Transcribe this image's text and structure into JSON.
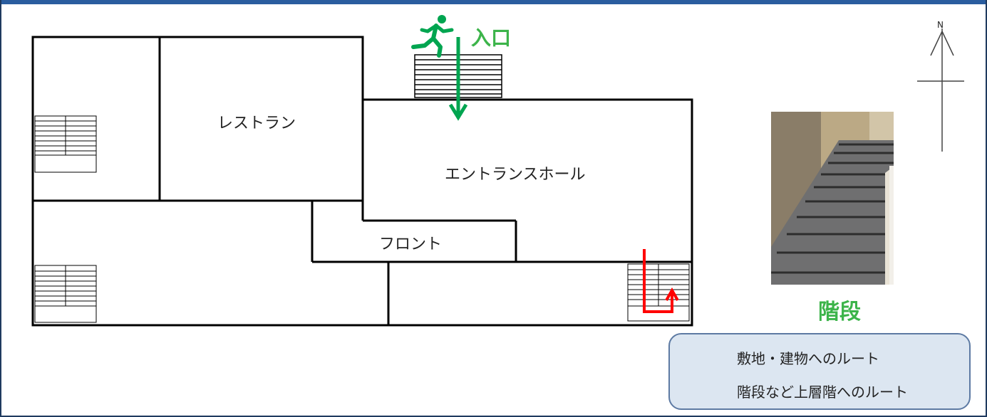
{
  "map": {
    "rooms": {
      "restaurant": "レストラン",
      "entrance_hall": "エントランスホール",
      "front": "フロント"
    },
    "entrance_label": "入口",
    "north_label": "N",
    "stairs_caption": "階段"
  },
  "legend": {
    "items": [
      {
        "label": "敷地・建物へのルート",
        "color": "#00a550"
      },
      {
        "label": "階段など上層階へのルート",
        "color": "#ff0000"
      }
    ]
  },
  "colors": {
    "route_green": "#00a550",
    "route_red": "#ff0000",
    "label_green": "#3cb44a",
    "frame_blue": "#2a5d9f",
    "legend_bg": "#dce6f1"
  }
}
